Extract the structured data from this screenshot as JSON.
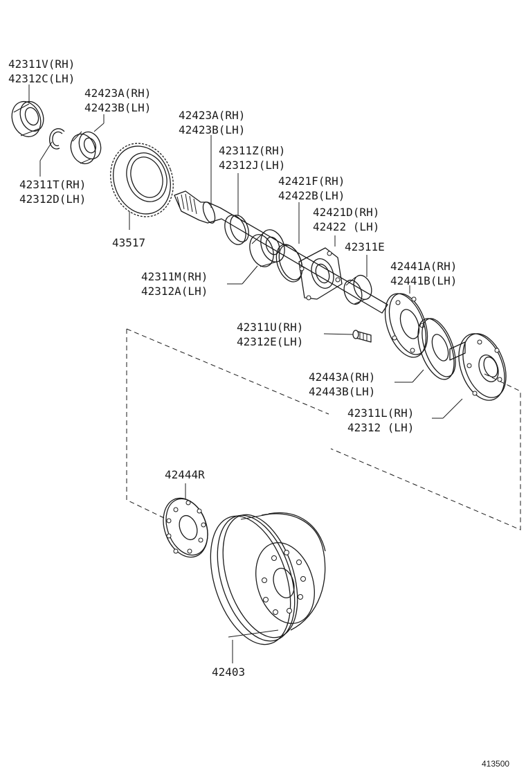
{
  "labels": {
    "p42311V": "42311V(RH)",
    "p42312C": "42312C(LH)",
    "p42423A_1": "42423A(RH)",
    "p42423B_1": "42423B(LH)",
    "p42423A_2": "42423A(RH)",
    "p42423B_2": "42423B(LH)",
    "p42311Z": "42311Z(RH)",
    "p42312J": "42312J(LH)",
    "p42311T": "42311T(RH)",
    "p42312D": "42312D(LH)",
    "p42421F": "42421F(RH)",
    "p42422B": "42422B(LH)",
    "p42421D": "42421D(RH)",
    "p42422": "42422 (LH)",
    "p43517": "43517",
    "p42311E": "42311E",
    "p42441A": "42441A(RH)",
    "p42441B": "42441B(LH)",
    "p42311M": "42311M(RH)",
    "p42312A": "42312A(LH)",
    "p42311U": "42311U(RH)",
    "p42312E": "42312E(LH)",
    "p42443A": "42443A(RH)",
    "p42443B": "42443B(LH)",
    "p42311L": "42311L(RH)",
    "p42312": "42312 (LH)",
    "p42444R": "42444R",
    "p42403": "42403"
  },
  "diagram_ref": "413500"
}
